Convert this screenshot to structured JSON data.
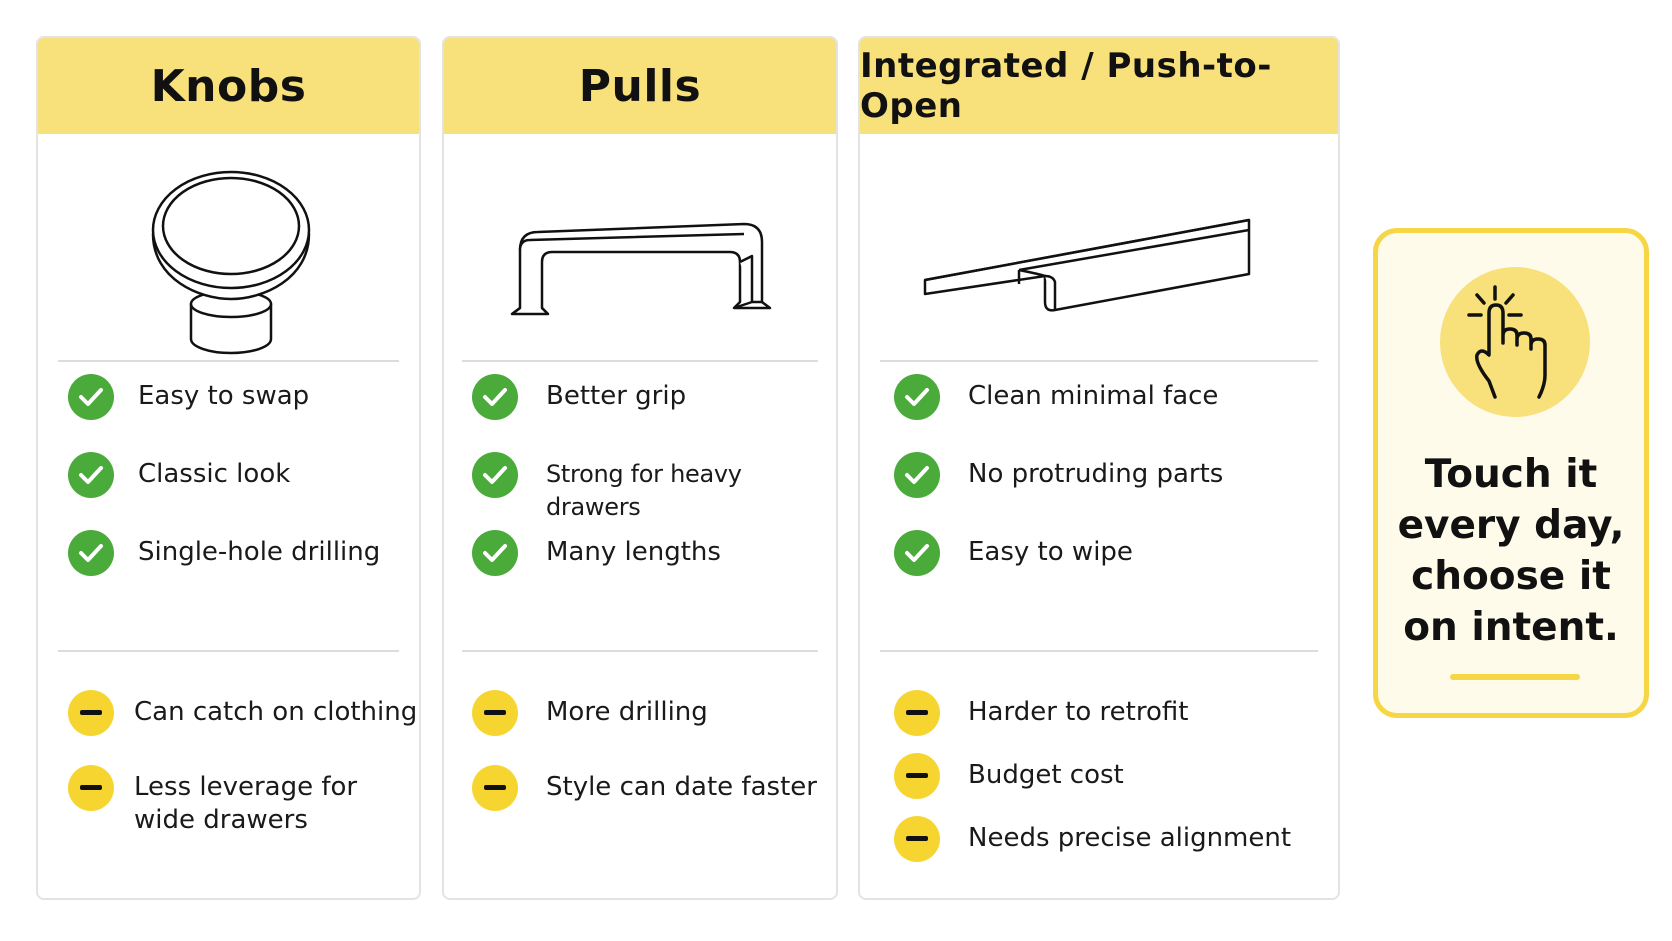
{
  "colors": {
    "header_yellow": "#f8e07a",
    "pro_green": "#4aaa3a",
    "con_yellow": "#f7d531",
    "callout_border": "#f6d645"
  },
  "columns": [
    {
      "title": "Knobs",
      "illustration": "cabinet-knob",
      "pros": [
        "Easy to swap",
        "Classic look",
        "Single-hole drilling"
      ],
      "cons": [
        "Can catch on clothing",
        "Less leverage for\nwide drawers"
      ]
    },
    {
      "title": "Pulls",
      "illustration": "bar-pull-handle",
      "pros": [
        "Better grip",
        "Strong for heavy drawers",
        "Many lengths"
      ],
      "cons": [
        "More drilling",
        "Style can date faster"
      ]
    },
    {
      "title": "Integrated / Push-to-Open",
      "illustration": "edge-profile-handle",
      "pros": [
        "Clean minimal face",
        "No protruding parts",
        "Easy to wipe"
      ],
      "cons": [
        "Harder to retrofit",
        "Budget cost",
        "Needs precise alignment"
      ]
    }
  ],
  "callout": {
    "icon": "tap-finger-icon",
    "lines": [
      "Touch it",
      "every day,",
      "choose it",
      "on intent."
    ]
  }
}
